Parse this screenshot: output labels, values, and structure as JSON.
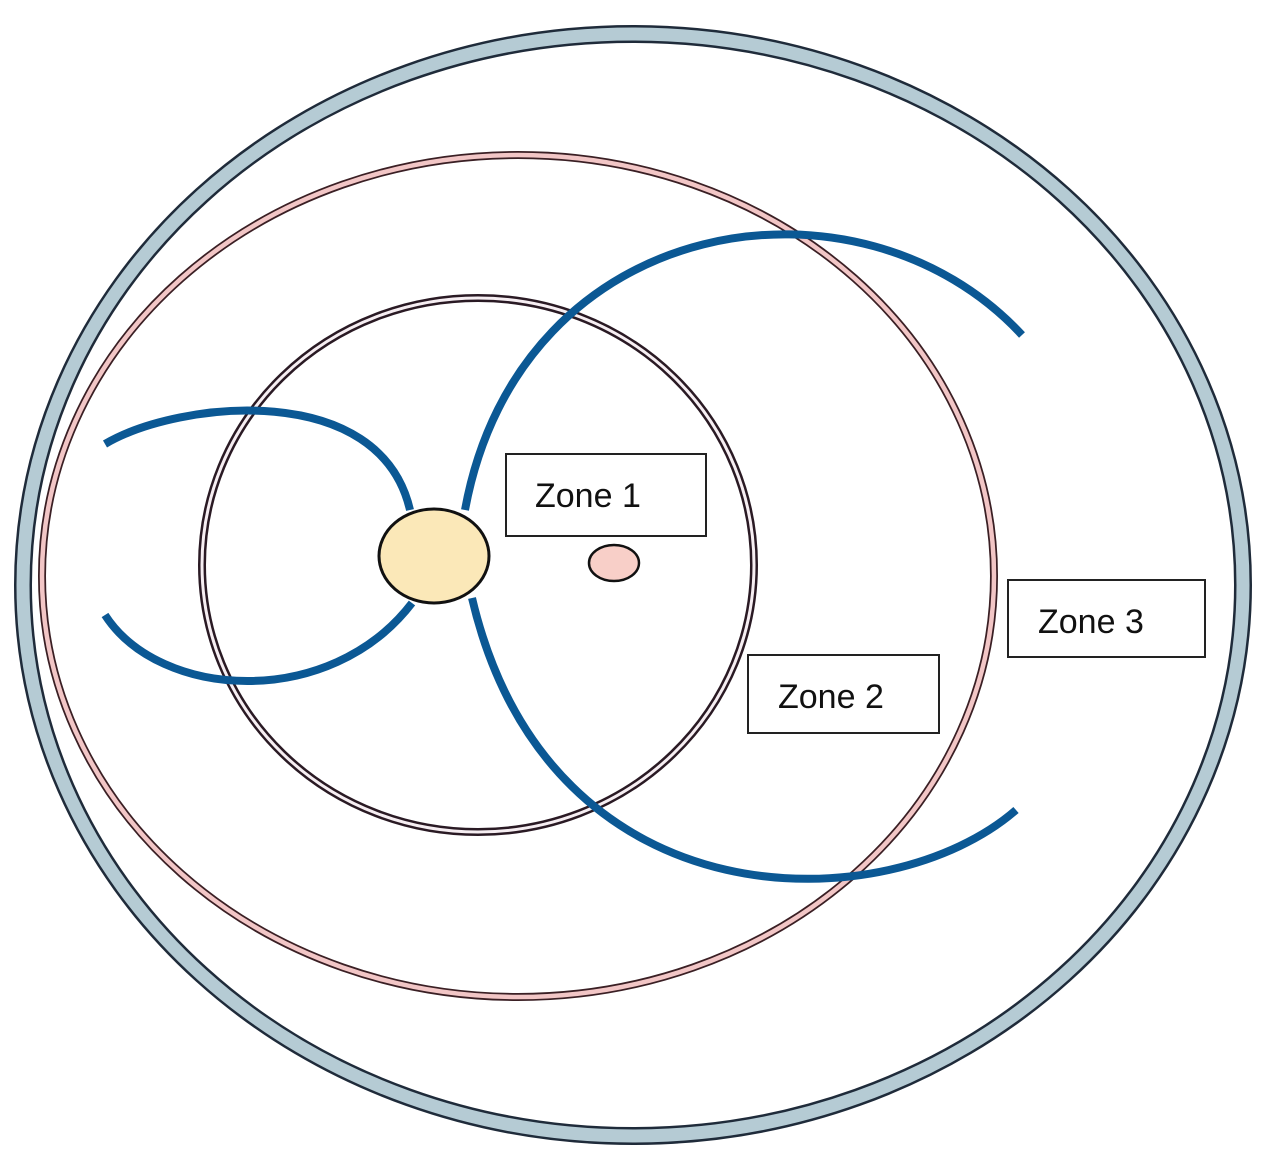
{
  "diagram": {
    "zones": [
      {
        "id": "zone-1",
        "label": "Zone 1"
      },
      {
        "id": "zone-2",
        "label": "Zone 2"
      },
      {
        "id": "zone-3",
        "label": "Zone 3"
      }
    ],
    "colors": {
      "outer_ring_fill": "#b5cbd4",
      "outer_ring_stroke": "#1f2b3a",
      "pink_ring_fill": "#f2c6c6",
      "pink_ring_stroke": "#3a1f24",
      "inner_ring_fill": "#f6eef2",
      "inner_ring_stroke": "#2a1a24",
      "field_line": "#0b5894",
      "central_body": "#fbe8b8",
      "central_body_stroke": "#111111",
      "satellite_body": "#f8cfc8",
      "satellite_body_stroke": "#111111",
      "label_box_stroke": "#222222"
    }
  }
}
